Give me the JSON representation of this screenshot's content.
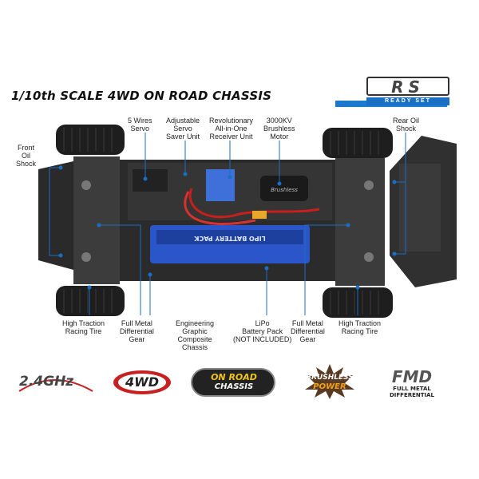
{
  "header": {
    "title": "1/10th SCALE 4WD ON ROAD CHASSIS",
    "logo_text": "RS",
    "logo_sub": "READY SET"
  },
  "callouts": {
    "front_oil_shock": [
      "Front",
      "Oil",
      "Shock"
    ],
    "five_wires_servo": [
      "5 Wires",
      "Servo"
    ],
    "servo_saver": [
      "Adjustable",
      "Servo",
      "Saver Unit"
    ],
    "receiver": [
      "Revolutionary",
      "All-in-One",
      "Receiver Unit"
    ],
    "motor": [
      "3000KV",
      "Brushless",
      "Motor"
    ],
    "rear_oil_shock": [
      "Rear Oil",
      "Shock"
    ],
    "tire_left": [
      "High Traction",
      "Racing Tire"
    ],
    "diff_left": [
      "Full Metal",
      "Differential",
      "Gear"
    ],
    "chassis": [
      "Engineering",
      "Graphic",
      "Composite",
      "Chassis"
    ],
    "battery": [
      "LiPo",
      "Battery Pack"
    ],
    "battery_note": "(NOT INCLUDED)",
    "diff_right": [
      "Full Metal",
      "Differential",
      "Gear"
    ],
    "tire_right": [
      "High Traction",
      "Racing Tire"
    ]
  },
  "product_labels": {
    "battery_print": "LIPO BATTERY PACK",
    "motor_print": "Brushless"
  },
  "badges": {
    "ghz": "2.4GHz",
    "fourwd": "4WD",
    "onroad_top": "ON ROAD",
    "onroad_bottom": "CHASSIS",
    "brushless_top": "BRUSHLESS",
    "brushless_bottom": "POWER",
    "fmd_big": "FMD",
    "fmd_line1": "FULL METAL",
    "fmd_line2": "DIFFERENTIAL"
  },
  "colors": {
    "accent_blue": "#1a6fc4",
    "warning_red": "#d91c1c",
    "chassis_dark": "#2b2b2b",
    "battery_blue": "#2a56c9"
  }
}
